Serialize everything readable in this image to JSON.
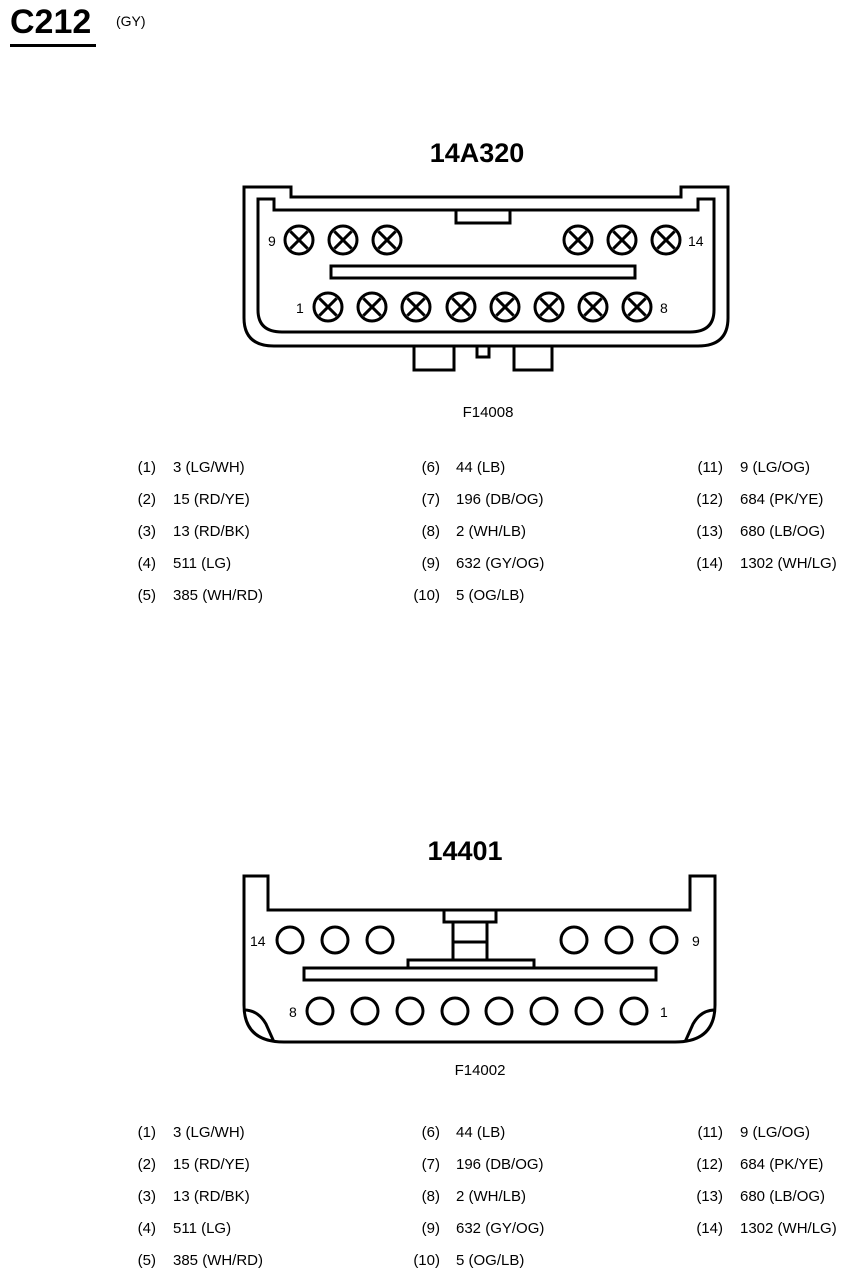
{
  "connector": {
    "id": "C212",
    "color": "(GY)"
  },
  "views": [
    {
      "part_number": "14A320",
      "figure_id": "F14008",
      "pin_labels": {
        "top_left": "9",
        "top_right": "14",
        "bottom_left": "1",
        "bottom_right": "8"
      },
      "pins": [
        {
          "num": "(1)",
          "circuit": "3 (LG/WH)"
        },
        {
          "num": "(2)",
          "circuit": "15 (RD/YE)"
        },
        {
          "num": "(3)",
          "circuit": "13 (RD/BK)"
        },
        {
          "num": "(4)",
          "circuit": "511 (LG)"
        },
        {
          "num": "(5)",
          "circuit": "385 (WH/RD)"
        },
        {
          "num": "(6)",
          "circuit": "44 (LB)"
        },
        {
          "num": "(7)",
          "circuit": "196 (DB/OG)"
        },
        {
          "num": "(8)",
          "circuit": "2 (WH/LB)"
        },
        {
          "num": "(9)",
          "circuit": "632 (GY/OG)"
        },
        {
          "num": "(10)",
          "circuit": "5 (OG/LB)"
        },
        {
          "num": "(11)",
          "circuit": "9 (LG/OG)"
        },
        {
          "num": "(12)",
          "circuit": "684 (PK/YE)"
        },
        {
          "num": "(13)",
          "circuit": "680 (LB/OG)"
        },
        {
          "num": "(14)",
          "circuit": "1302 (WH/LG)"
        }
      ]
    },
    {
      "part_number": "14401",
      "figure_id": "F14002",
      "pin_labels": {
        "top_left": "14",
        "top_right": "9",
        "bottom_left": "8",
        "bottom_right": "1"
      },
      "pins": [
        {
          "num": "(1)",
          "circuit": "3 (LG/WH)"
        },
        {
          "num": "(2)",
          "circuit": "15 (RD/YE)"
        },
        {
          "num": "(3)",
          "circuit": "13 (RD/BK)"
        },
        {
          "num": "(4)",
          "circuit": "511 (LG)"
        },
        {
          "num": "(5)",
          "circuit": "385 (WH/RD)"
        },
        {
          "num": "(6)",
          "circuit": "44 (LB)"
        },
        {
          "num": "(7)",
          "circuit": "196 (DB/OG)"
        },
        {
          "num": "(8)",
          "circuit": "2 (WH/LB)"
        },
        {
          "num": "(9)",
          "circuit": "632 (GY/OG)"
        },
        {
          "num": "(10)",
          "circuit": "5 (OG/LB)"
        },
        {
          "num": "(11)",
          "circuit": "9 (LG/OG)"
        },
        {
          "num": "(12)",
          "circuit": "684 (PK/YE)"
        },
        {
          "num": "(13)",
          "circuit": "680 (LB/OG)"
        },
        {
          "num": "(14)",
          "circuit": "1302 (WH/LG)"
        }
      ]
    }
  ]
}
